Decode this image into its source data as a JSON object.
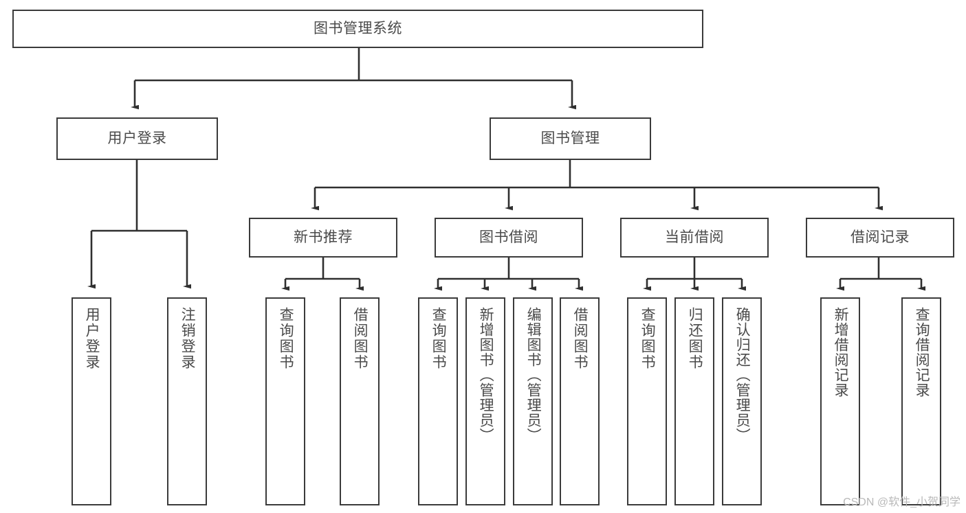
{
  "diagram": {
    "title": "图书管理系统",
    "watermark": "CSDN @软件_小贺同学",
    "colors": {
      "box_border": "#3a3a3a",
      "connector": "#2f2f2f",
      "text": "#4a4a4a",
      "background": "#ffffff",
      "watermark": "#b9b9b9"
    },
    "root": {
      "label": "图书管理系统"
    },
    "level2": [
      {
        "label": "用户登录"
      },
      {
        "label": "图书管理"
      }
    ],
    "level3": [
      {
        "label": "新书推荐"
      },
      {
        "label": "图书借阅"
      },
      {
        "label": "当前借阅"
      },
      {
        "label": "借阅记录"
      }
    ],
    "leaves": {
      "user_login": [
        {
          "label": "用户登录"
        },
        {
          "label": "注销登录"
        }
      ],
      "new_book": [
        {
          "label": "查询图书"
        },
        {
          "label": "借阅图书"
        }
      ],
      "book_borrow": [
        {
          "label": "查询图书"
        },
        {
          "label": "新增图书（管理员）"
        },
        {
          "label": "编辑图书（管理员）"
        },
        {
          "label": "借阅图书"
        }
      ],
      "current_borrow": [
        {
          "label": "查询图书"
        },
        {
          "label": "归还图书"
        },
        {
          "label": "确认归还（管理员）"
        }
      ],
      "borrow_record": [
        {
          "label": "新增借阅记录"
        },
        {
          "label": "查询借阅记录"
        }
      ]
    }
  }
}
